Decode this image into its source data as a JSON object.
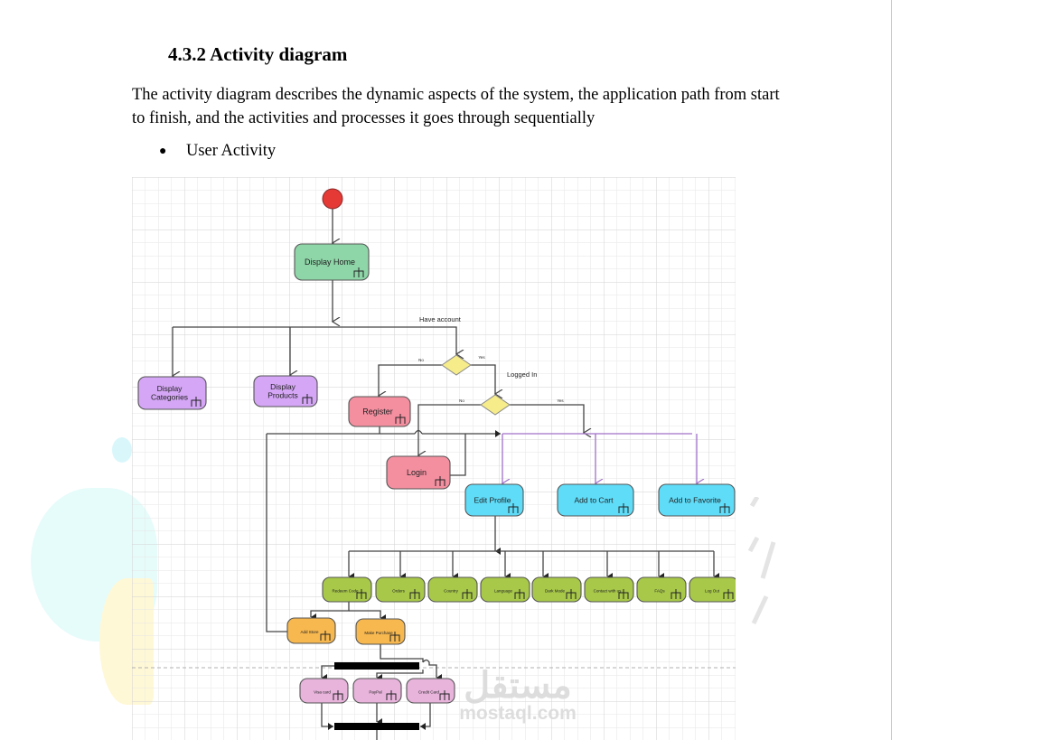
{
  "section": {
    "heading": "4.3.2 Activity diagram",
    "paragraph": "The activity diagram describes the dynamic aspects of the system, the application path from start to finish, and the activities and processes it goes through sequentially",
    "bullet": "User Activity"
  },
  "colors": {
    "start_node": "#e53935",
    "home": "#8ed6a8",
    "display": "#d4a6f5",
    "auth": "#f48fa0",
    "account": "#5fdcf8",
    "settings": "#a8c84a",
    "store": "#f7b84f",
    "payment": "#e8b4dc",
    "decision": "#f6ec8a",
    "bar": "#000000",
    "purple_line": "#a070c8"
  },
  "diagram": {
    "nodes": {
      "display_home": "Display Home",
      "display_categories": "Display Categories",
      "display_products": "Display Products",
      "register": "Register",
      "login": "Login",
      "edit_profile": "Edit Profile",
      "add_to_cart": "Add to Cart",
      "add_to_favorite": "Add to Favorite",
      "redeem_code": "Redeem Code",
      "orders": "Orders",
      "country": "Country",
      "language": "Language",
      "dark_mode": "Dark Mode",
      "contact_with_us": "Contact with us",
      "faqs": "FAQs",
      "log_out": "Log Out",
      "add_store": "Add Store",
      "make_purchase": "Make Purchase",
      "visa_card": "Visa card",
      "paypal": "PayPal",
      "credit_card": "Credit Card"
    },
    "labels": {
      "have_account": "Have account",
      "logged_in": "Logged In",
      "no": "No",
      "yes": "Yes"
    }
  },
  "watermark": {
    "arabic": "مستقل",
    "latin": "mostaql.com"
  }
}
